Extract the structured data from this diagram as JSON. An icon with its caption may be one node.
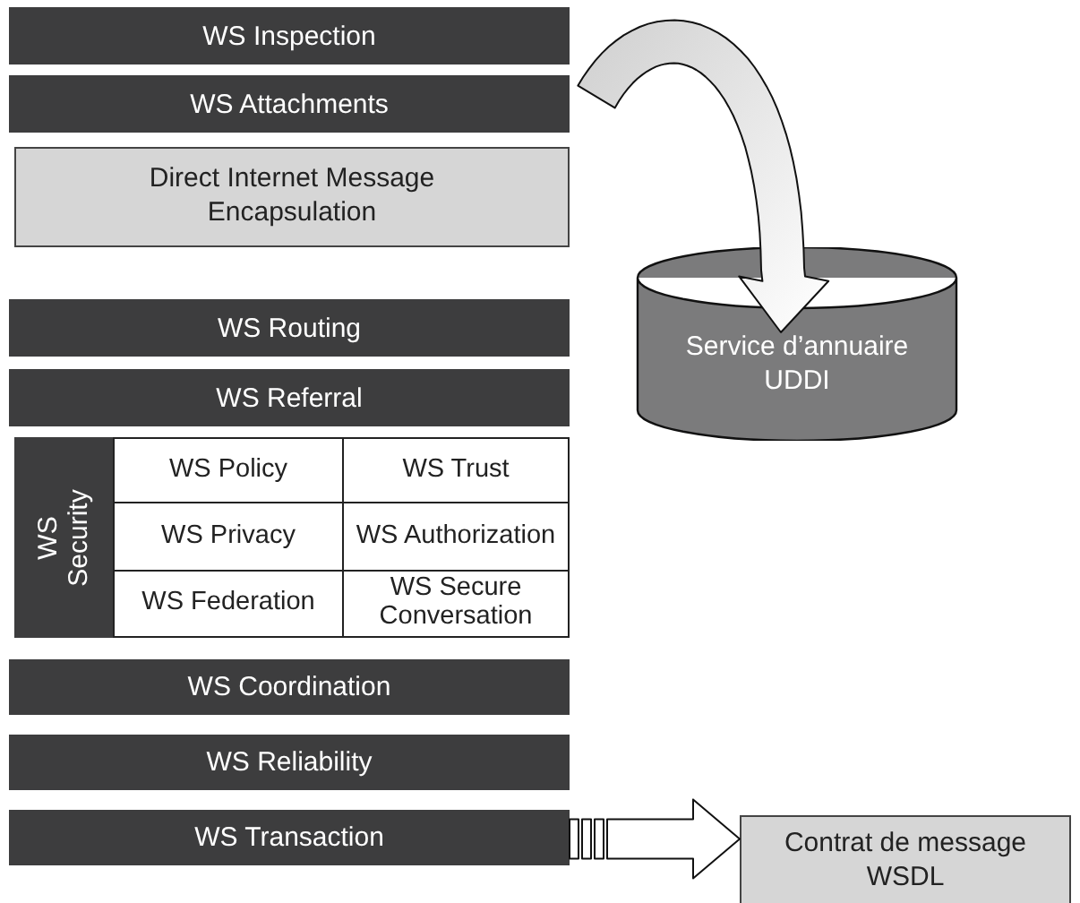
{
  "diagram": {
    "nodes": [
      {
        "text": [
          "WS Inspection"
        ]
      },
      {
        "text": [
          "WS Attachments"
        ]
      },
      {
        "text": [
          "Direct Internet Message Encapsulation"
        ]
      },
      {
        "text": [
          "WS Routing"
        ]
      },
      {
        "text": [
          "WS Referral"
        ]
      },
      {
        "text": [
          "WS Security"
        ]
      },
      {
        "text": [
          "WS Policy"
        ]
      },
      {
        "text": [
          "WS Trust"
        ]
      },
      {
        "text": [
          "WS Privacy"
        ]
      },
      {
        "text": [
          "WS Authorization"
        ]
      },
      {
        "text": [
          "WS Federation"
        ]
      },
      {
        "text": [
          "WS Secure Conversation"
        ]
      },
      {
        "text": [
          "WS Coordination"
        ]
      },
      {
        "text": [
          "WS Reliability"
        ]
      },
      {
        "text": [
          "WS Transaction"
        ]
      },
      {
        "text": [
          "Service d’annuaire UDDI"
        ]
      },
      {
        "text": [
          "Contrat de message WSDL"
        ]
      }
    ],
    "edges": [
      {
        "from": null,
        "to": 15,
        "arrow": "to"
      },
      {
        "from": 14,
        "to": 16,
        "arrow": "to"
      }
    ]
  }
}
